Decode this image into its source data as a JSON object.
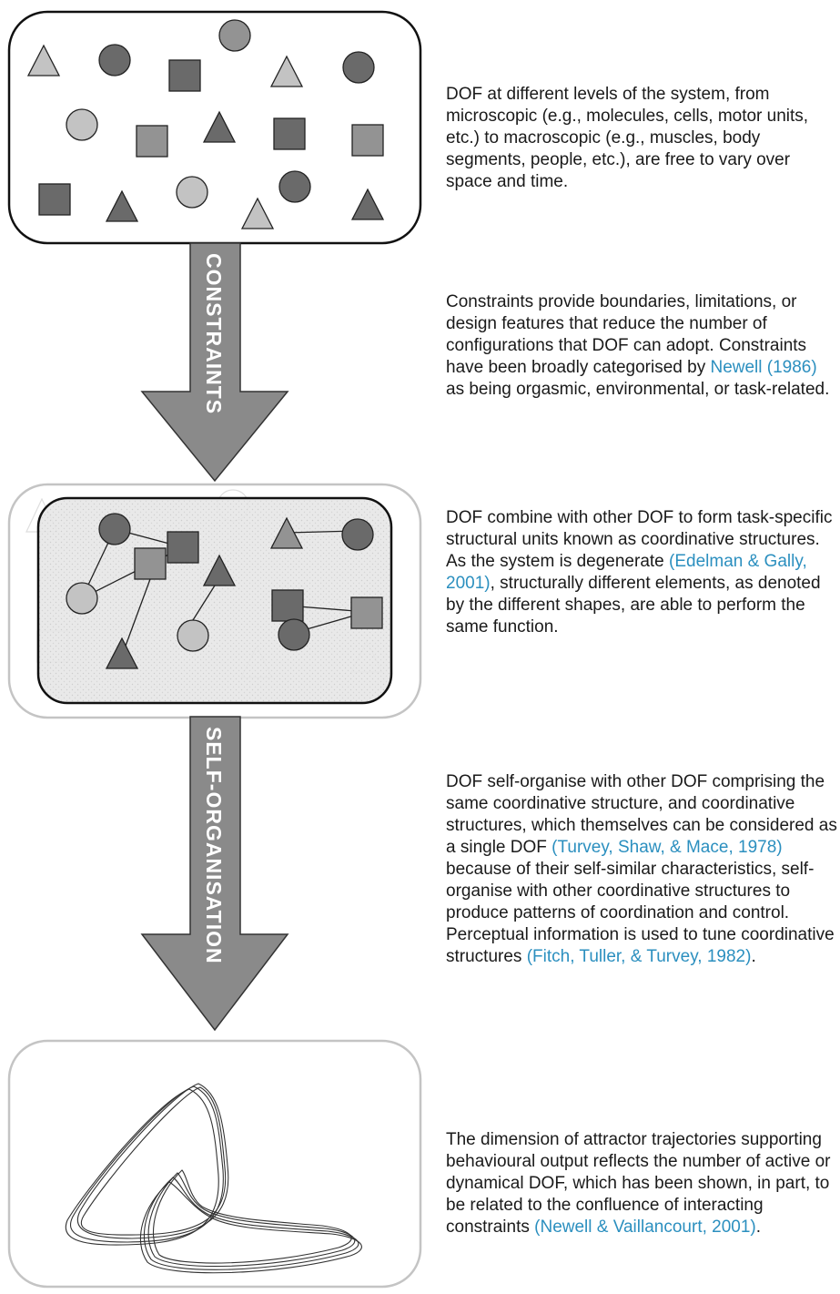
{
  "colors": {
    "shape_dark": "#6a6a6a",
    "shape_medium": "#939393",
    "shape_light": "#c3c3c3",
    "arrow_fill": "#8a8a8a",
    "citation": "#2b8fbf",
    "panel_fill": "#e7e7e7"
  },
  "arrows": {
    "constraints": "CONSTRAINTS",
    "self_organisation": "SELF-ORGANISATION"
  },
  "panels": {
    "dof_levels": {
      "text": "DOF at different levels of the system, from microscopic (e.g., molecules, cells, motor units, etc.) to macroscopic (e.g., muscles, body segments, people, etc.), are free to vary over space and time."
    },
    "constraints": {
      "text_1": "Constraints provide boundaries, limitations, or design features that reduce the number of configurations that DOF can adopt. Constraints have been broadly categorised by ",
      "citation": "Newell (1986)",
      "text_2": " as being orgasmic, environmental, or task-related."
    },
    "coordinative": {
      "text_1": "DOF combine with other DOF to form task-specific structural units known as coordinative structures. As the system is degenerate ",
      "citation": "(Edelman & Gally, 2001)",
      "text_2": ", structurally different elements, as denoted by the different shapes, are able to perform the same function."
    },
    "self_organise": {
      "text_1": "DOF self-organise with other DOF comprising the same coordinative structure, and coordinative structures, which themselves can be considered as a single DOF ",
      "citation_1": "(Turvey, Shaw, & Mace, 1978)",
      "text_2": " because of their self-similar characteristics, self-organise with other coordinative structures to produce patterns of coordination and control. Perceptual information is used to tune coordinative structures ",
      "citation_2": "(Fitch, Tuller, & Turvey, 1982)",
      "text_3": "."
    },
    "attractor": {
      "text_1": "The dimension of attractor trajectories supporting behavioural output reflects the number of active or dynamical DOF, which has been shown, in part, to be related to the confluence of interacting constraints ",
      "citation": "(Newell & Vaillancourt, 2001)",
      "text_2": "."
    }
  }
}
